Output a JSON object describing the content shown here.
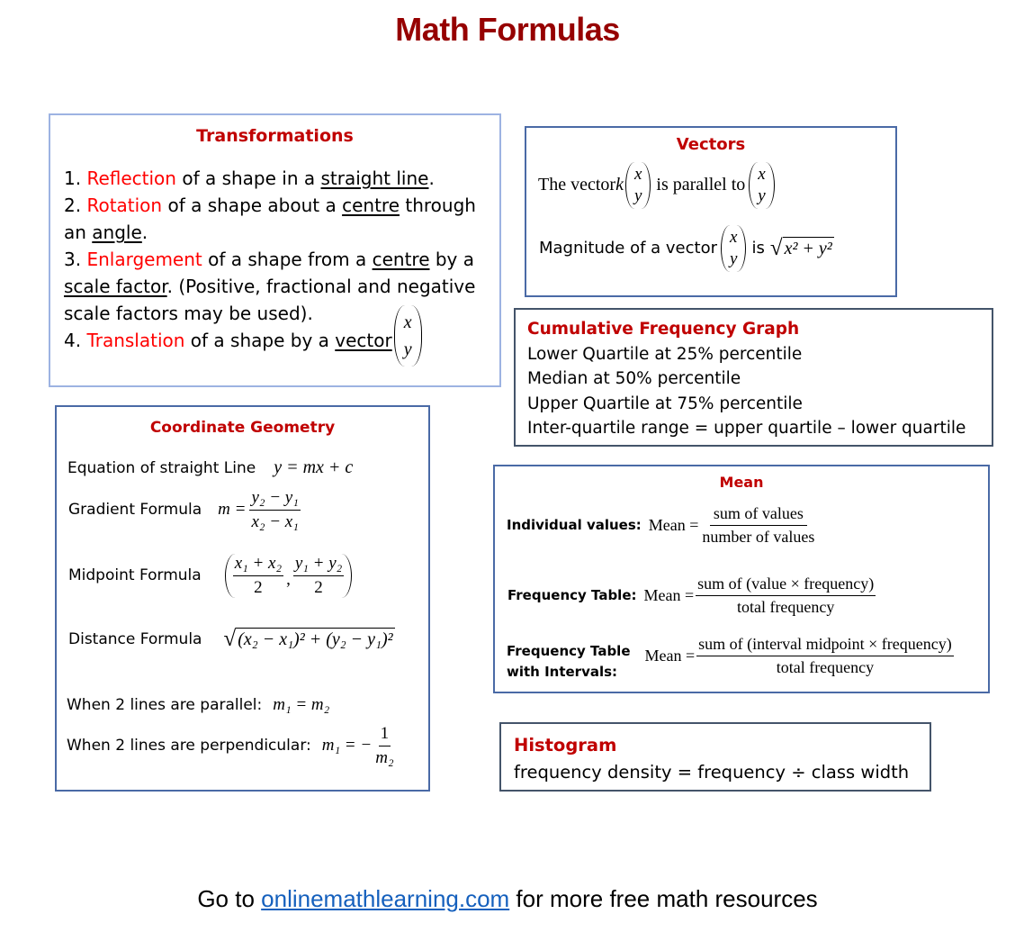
{
  "page": {
    "title": "Math Formulas",
    "colors": {
      "title": "#960000",
      "header": "#c00000",
      "keyword": "#ff0000",
      "link": "#1560bd"
    }
  },
  "transformations": {
    "heading": "Transformations",
    "items": [
      {
        "num": "1. ",
        "keyword": "Reflection",
        "text1": " of a shape in a ",
        "ul1": "straight line",
        "text2": "."
      },
      {
        "num": "2. ",
        "keyword": "Rotation",
        "text1": " of a shape about a ",
        "ul1": "centre",
        "text2": " through",
        "line2_pre": "an ",
        "ul2": "angle",
        "line2_post": "."
      },
      {
        "num": "3. ",
        "keyword": "Enlargement",
        "text1": " of a shape from a ",
        "ul1": "centre",
        "text2": " by a",
        "ul2": "scale factor",
        "line2_post": ". (Positive, fractional and negative",
        "line3": "scale factors may be used)."
      },
      {
        "num": "4. ",
        "keyword": "Translation",
        "text1": " of a shape by a ",
        "ul1": "vector",
        "vec_top": "x",
        "vec_bottom": "y"
      }
    ]
  },
  "vectors": {
    "heading": "Vectors",
    "line1_pre": "The vector ",
    "line1_k": "k",
    "line1_mid": " is parallel to ",
    "vec_top": "x",
    "vec_bottom": "y",
    "line2_pre": "Magnitude of a vector ",
    "line2_mid": " is ",
    "magnitude_expr": "x² + y²"
  },
  "cumulative_frequency": {
    "heading": "Cumulative Frequency Graph",
    "lines": [
      "Lower Quartile at 25% percentile",
      "Median at 50% percentile",
      "Upper Quartile at 75% percentile",
      "Inter-quartile range = upper quartile – lower quartile"
    ]
  },
  "coordinate_geometry": {
    "heading": "Coordinate Geometry",
    "straight_line": {
      "label": "Equation of straight Line",
      "formula": "y = mx + c"
    },
    "gradient": {
      "label": "Gradient Formula",
      "lhs": "m =",
      "num": "y₂ − y₁",
      "den": "x₂ − x₁"
    },
    "midpoint": {
      "label": "Midpoint Formula",
      "num1": "x₁ + x₂",
      "den1": "2",
      "sep": ",",
      "num2": "y₁ + y₂",
      "den2": "2"
    },
    "distance": {
      "label": "Distance Formula",
      "expr": "(x₂ − x₁)² + (y₂ − y₁)²"
    },
    "parallel": {
      "label": "When 2 lines are parallel:",
      "formula": "m₁ = m₂"
    },
    "perpendicular": {
      "label": "When 2 lines are perpendicular:",
      "lhs": "m₁ = −",
      "num": "1",
      "den": "m₂"
    }
  },
  "mean": {
    "heading": "Mean",
    "rows": [
      {
        "label": "Individual values:",
        "lhs": "Mean =",
        "num": "sum of values",
        "den": "number of values"
      },
      {
        "label": "Frequency Table:",
        "lhs": "Mean =",
        "num": "sum of (value ×  frequency)",
        "den": "total frequency"
      },
      {
        "label_line1": "Frequency Table",
        "label_line2": "with Intervals:",
        "lhs": "Mean =",
        "num": "sum of (interval midpoint ×  frequency)",
        "den": "total frequency"
      }
    ]
  },
  "histogram": {
    "heading": "Histogram",
    "formula": "frequency density = frequency ÷ class width"
  },
  "footer": {
    "prefix": "Go to ",
    "link_text": "onlinemathlearning.com",
    "suffix": " for more free math resources"
  }
}
